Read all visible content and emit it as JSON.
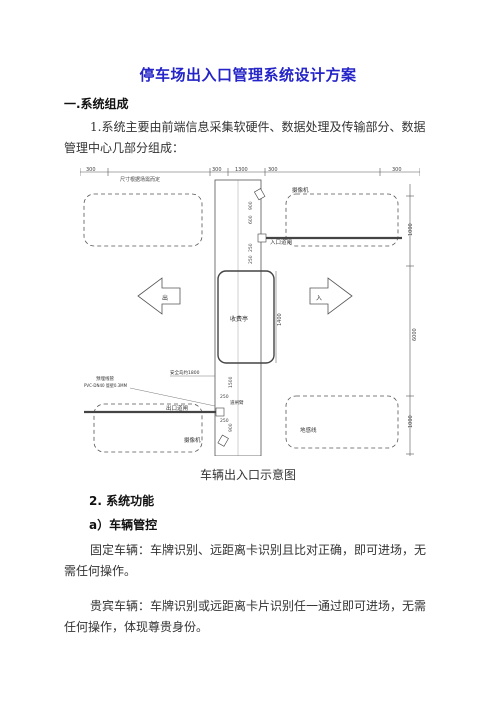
{
  "doc": {
    "title": "停车场出入口管理系统设计方案",
    "section1_heading": "一.系统组成",
    "para1": "1.系统主要由前端信息采集软硬件、数据处理及传输部分、数据管理中心几部分组成：",
    "diagram": {
      "dim_top": [
        "300",
        "1300",
        "300",
        "300",
        "300"
      ],
      "dim_right": [
        "1000",
        "6000",
        "1000"
      ],
      "dim_middle_vertical": "1400",
      "label_top_left": "尺寸根据场需而定",
      "label_camera_top": "摄像机",
      "label_entrance_gate": "入口道闸",
      "label_toll_booth": "收费亭",
      "label_exit_arrow": "出",
      "label_entry_arrow": "入",
      "label_safety_island": "安全岛约1800",
      "label_buried_pipe": "预埋线管",
      "label_buried_spec1": "PVC-DN40 管壁0.3MM",
      "label_exit_gate": "出口道闸",
      "label_camera_bottom": "摄像机",
      "label_loop": "地感线",
      "label_gate_arm": "道闸臂",
      "small_labels": [
        "900",
        "600",
        "250",
        "250",
        "1500",
        "900",
        "250",
        "250"
      ]
    },
    "caption": "车辆出入口示意图",
    "section2_heading": "2. 系统功能",
    "subsection_a": "a）车辆管控",
    "para2": "固定车辆：车牌识别、远距离卡识别且比对正确，即可进场，无需任何操作。",
    "para3": "贵宾车辆：车牌识别或远距离卡片识别任一通过即可进场，无需任何操作，体现尊贵身份。"
  }
}
